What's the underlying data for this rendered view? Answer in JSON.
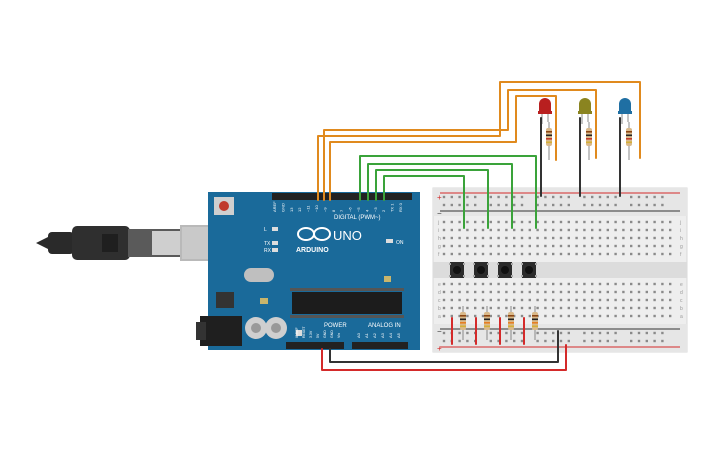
{
  "board": {
    "brand": "ARDUINO",
    "model": "UNO",
    "digital_label": "DIGITAL (PWM~)",
    "power_label": "POWER",
    "analog_label": "ANALOG IN",
    "on_label": "ON",
    "tx_label": "TX",
    "rx_label": "RX",
    "l_label": "L",
    "digital_pins": [
      "AREF",
      "GND",
      "13",
      "12",
      "~11",
      "~10",
      "~9",
      "8",
      "7",
      "~6",
      "~5",
      "4",
      "~3",
      "2",
      "TX 1",
      "RX 0"
    ],
    "power_pins": [
      "IOREF",
      "RESET",
      "3.3V",
      "5V",
      "GND",
      "GND",
      "Vin"
    ],
    "analog_pins": [
      "A0",
      "A1",
      "A2",
      "A3",
      "A4",
      "A5"
    ]
  },
  "breadboard": {
    "row_letters_top": "jihgf",
    "row_letters_bottom": "edcba",
    "plus": "+",
    "minus": "−"
  },
  "leds": [
    {
      "color_name": "red",
      "color": "#b81f1f"
    },
    {
      "color_name": "yellow",
      "color": "#8a8420"
    },
    {
      "color_name": "blue",
      "color": "#1f6fa3"
    }
  ],
  "buttons": 4,
  "colors": {
    "arduino": "#1a6a9a",
    "breadboard": "#eeeeee",
    "wire_orange": "#e08a1e",
    "wire_green": "#3aa33a",
    "wire_red": "#d42a2a",
    "wire_black": "#333333"
  }
}
